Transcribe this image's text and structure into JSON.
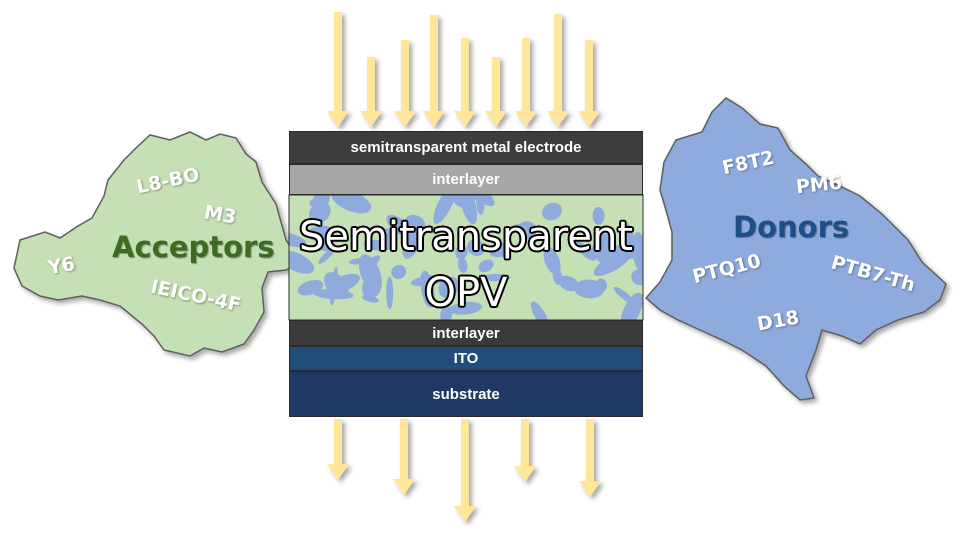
{
  "layers": {
    "electrode": "semitransparent metal electrode",
    "interlayer_top": "interlayer",
    "active_title_line1": "Semitransparent",
    "active_title_line2": "OPV",
    "interlayer_bottom": "interlayer",
    "ito": "ITO",
    "substrate": "substrate"
  },
  "acceptors": {
    "title": "Acceptors",
    "materials": [
      "L8-BO",
      "M3",
      "Y6",
      "IEICO-4F"
    ]
  },
  "donors": {
    "title": "Donors",
    "materials": [
      "F8T2",
      "PM6",
      "PTQ10",
      "PTB7-Th",
      "D18"
    ]
  },
  "colors": {
    "electrode": "#3d3d3d",
    "interlayer_top": "#a6a6a6",
    "interlayer_bottom": "#3a3a3a",
    "ito": "#1f4e79",
    "substrate": "#1f3864",
    "acceptor_blob": "#c5e0b4",
    "donor_blob": "#8faadc",
    "light_arrow": "#ffe699"
  }
}
